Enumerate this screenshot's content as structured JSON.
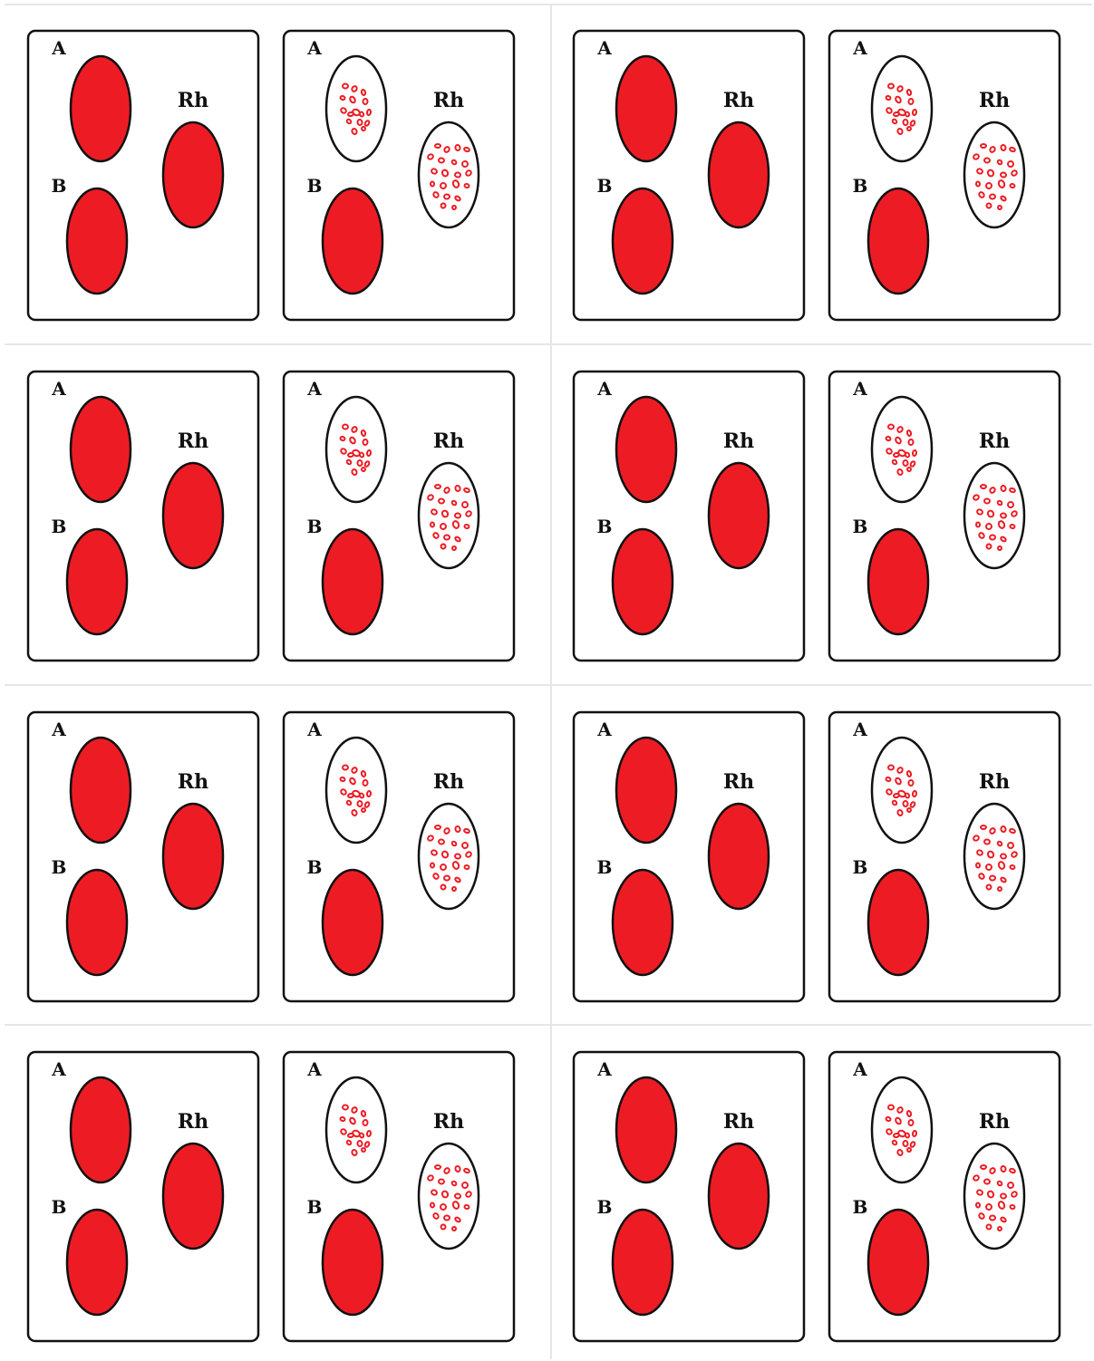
{
  "labels": {
    "a": "A",
    "b": "B",
    "rh": "Rh"
  },
  "colors": {
    "blood": "#ed1c24",
    "outline": "#111111",
    "grid": "#e6e6e6",
    "background": "#ffffff"
  },
  "states": {
    "uniform": "red-filled",
    "agglutinated": "clumped"
  },
  "cards": [
    {
      "row": 1,
      "col": 1,
      "pair": [
        {
          "A": "uniform",
          "B": "uniform",
          "Rh": "uniform"
        },
        {
          "A": "agglutinated",
          "B": "uniform",
          "Rh": "agglutinated"
        }
      ]
    },
    {
      "row": 1,
      "col": 2,
      "pair": [
        {
          "A": "uniform",
          "B": "uniform",
          "Rh": "uniform"
        },
        {
          "A": "agglutinated",
          "B": "uniform",
          "Rh": "agglutinated"
        }
      ]
    },
    {
      "row": 2,
      "col": 1,
      "pair": [
        {
          "A": "uniform",
          "B": "uniform",
          "Rh": "uniform"
        },
        {
          "A": "agglutinated",
          "B": "uniform",
          "Rh": "agglutinated"
        }
      ]
    },
    {
      "row": 2,
      "col": 2,
      "pair": [
        {
          "A": "uniform",
          "B": "uniform",
          "Rh": "uniform"
        },
        {
          "A": "agglutinated",
          "B": "uniform",
          "Rh": "agglutinated"
        }
      ]
    },
    {
      "row": 3,
      "col": 1,
      "pair": [
        {
          "A": "uniform",
          "B": "uniform",
          "Rh": "uniform"
        },
        {
          "A": "agglutinated",
          "B": "uniform",
          "Rh": "agglutinated"
        }
      ]
    },
    {
      "row": 3,
      "col": 2,
      "pair": [
        {
          "A": "uniform",
          "B": "uniform",
          "Rh": "uniform"
        },
        {
          "A": "agglutinated",
          "B": "uniform",
          "Rh": "agglutinated"
        }
      ]
    },
    {
      "row": 4,
      "col": 1,
      "pair": [
        {
          "A": "uniform",
          "B": "uniform",
          "Rh": "uniform"
        },
        {
          "A": "agglutinated",
          "B": "uniform",
          "Rh": "agglutinated"
        }
      ]
    },
    {
      "row": 4,
      "col": 2,
      "pair": [
        {
          "A": "uniform",
          "B": "uniform",
          "Rh": "uniform"
        },
        {
          "A": "agglutinated",
          "B": "uniform",
          "Rh": "agglutinated"
        }
      ]
    }
  ]
}
